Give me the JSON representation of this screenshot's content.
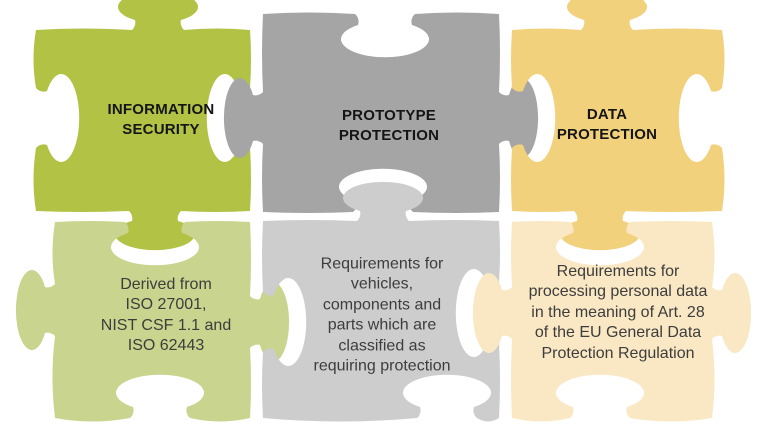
{
  "diagram": {
    "background": "#ffffff",
    "pieces": [
      {
        "id": "information-security",
        "position": "top-left",
        "label": "INFORMATION\nSECURITY",
        "color": "#b1c244"
      },
      {
        "id": "prototype-protection",
        "position": "top-middle",
        "label": "PROTOTYPE\nPROTECTION",
        "color": "#a5a5a5"
      },
      {
        "id": "data-protection",
        "position": "top-right",
        "label": "DATA\nPROTECTION",
        "color": "#f2d17c"
      },
      {
        "id": "information-security-description",
        "position": "bottom-left",
        "label": "Derived from\nISO 27001,\nNIST CSF 1.1 and\nISO 62443",
        "color": "#c9d48e"
      },
      {
        "id": "prototype-protection-description",
        "position": "bottom-middle",
        "label": "Requirements for\nvehicles,\ncomponents and\nparts which are\nclassified as\nrequiring protection",
        "color": "#cdcdcd"
      },
      {
        "id": "data-protection-description",
        "position": "bottom-right",
        "label": "Requirements for\nprocessing personal data\nin the meaning of Art. 28\nof the EU General Data\nProtection Regulation",
        "color": "#f9e8c3"
      }
    ],
    "text_colors": {
      "heading": "#151515",
      "body": "#3d3d3d"
    }
  }
}
